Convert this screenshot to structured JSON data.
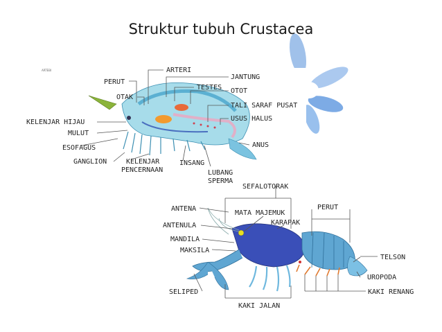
{
  "slide": {
    "title": "Struktur tubuh Crustacea"
  },
  "diagram_top": {
    "tag": "ARTEBI",
    "labels": {
      "arteri": "ARTERI",
      "perut": "PERUT",
      "jantung": "JANTUNG",
      "testes": "TESTES",
      "otak": "OTAK",
      "otot": "OTOT",
      "tali_saraf": "TALI SARAF PUSAT",
      "kelenjar_hijau": "KELENJAR HIJAU",
      "usus_halus": "USUS HALUS",
      "mulut": "MULUT",
      "anus": "ANUS",
      "esofagus": "ESOFAGUS",
      "ganglion": "GANGLION",
      "kelenjar": "KELENJAR",
      "pencernaan": "PENCERNAAN",
      "insang": "INSANG",
      "lubang": "LUBANG",
      "sperma": "SPERMA"
    }
  },
  "diagram_bottom": {
    "labels": {
      "sefalotorak": "SEFALOTORAK",
      "antena": "ANTENA",
      "mata_majemuk": "MATA MAJEMUK",
      "perut": "PERUT",
      "karapak": "KARAPAK",
      "antenula": "ANTENULA",
      "mandila": "MANDILA",
      "maksila": "MAKSILA",
      "telson": "TELSON",
      "uropoda": "UROPODA",
      "kaki_renang": "KAKI RENANG",
      "seliped": "SELIPED",
      "kaki_jalan": "KAKI JALAN"
    }
  }
}
